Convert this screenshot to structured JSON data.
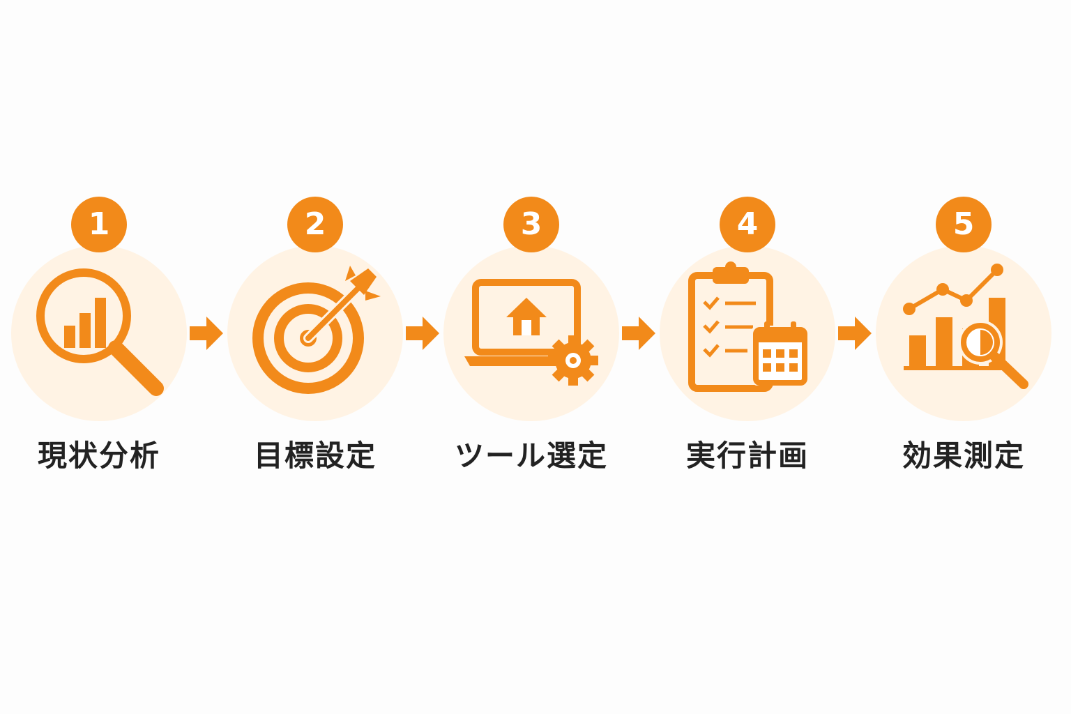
{
  "accent_color": "#f28a1a",
  "circle_bg_color": "#fff3e4",
  "text_color": "#222222",
  "steps": [
    {
      "number": "1",
      "label": "現状分析",
      "icon": "magnifier-bar-chart-icon"
    },
    {
      "number": "2",
      "label": "目標設定",
      "icon": "target-arrow-icon"
    },
    {
      "number": "3",
      "label": "ツール選定",
      "icon": "laptop-gear-icon"
    },
    {
      "number": "4",
      "label": "実行計画",
      "icon": "clipboard-calendar-icon"
    },
    {
      "number": "5",
      "label": "効果測定",
      "icon": "chart-magnifier-icon"
    }
  ],
  "connectors": [
    "arrow-right-icon",
    "arrow-right-icon",
    "arrow-right-icon",
    "arrow-right-icon"
  ]
}
